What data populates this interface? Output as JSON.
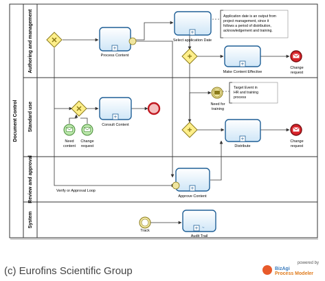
{
  "pool": {
    "label": "Document Control"
  },
  "lanes": [
    {
      "id": "authoring",
      "label": "Authoring and management"
    },
    {
      "id": "standard",
      "label": "Standard use"
    },
    {
      "id": "review",
      "label": "Review and approval"
    },
    {
      "id": "system",
      "label": "System"
    }
  ],
  "tasks": {
    "process_content": "Process Content",
    "select_date": "Select application Date",
    "make_effective": "Make Content Effective",
    "consult_content": "Consult Content",
    "distribute": "Distribute",
    "approve_content": "Approve Content",
    "audit_trail": "Audit Trail"
  },
  "events": {
    "change_request_1": "Change request",
    "change_request_2": "Change request",
    "need_content": "Need content",
    "change_request_start": "Change request",
    "need_training": "Need for training",
    "track": "Track"
  },
  "annotations": {
    "date_note": "Application date is an output from project management, since it follows a period of distribution, acknowledgement and training.",
    "training_note": "Target Event in HR and training process"
  },
  "flow_labels": {
    "verify_loop": "Verify or Approval Loop"
  },
  "footer": {
    "copyright": "(c) Eurofins Scientific Group",
    "powered_by": "powered by",
    "brand_line1": "BizAgi",
    "brand_line2": "Process Modeler"
  },
  "colors": {
    "task_fill": "#e8f3fb",
    "task_stroke": "#1f5f96",
    "gateway_fill": "#ffef8a",
    "end_fill": "#d8232a",
    "start_fill": "#b8e6a8",
    "inter_fill": "#f0e6a0"
  }
}
